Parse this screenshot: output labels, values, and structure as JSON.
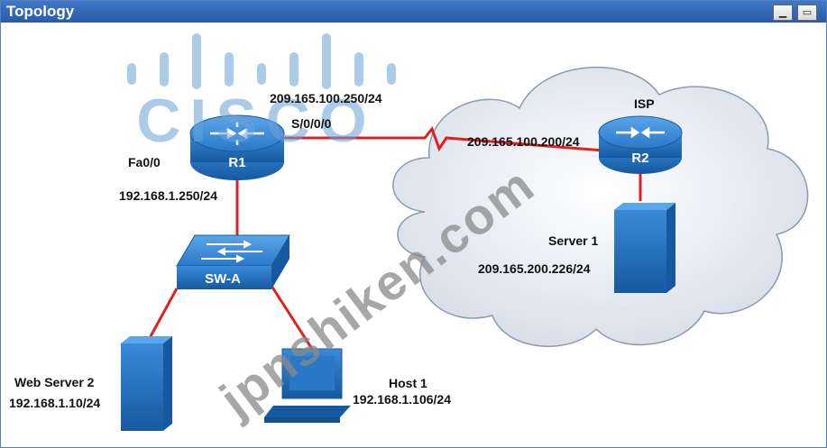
{
  "window": {
    "title": "Topology",
    "minimize_icon": "minimize-icon",
    "close_icon": "close-icon"
  },
  "watermarks": {
    "brand_logo_text": "CISCO",
    "diagonal_text": "jpnshiken.com"
  },
  "colors": {
    "titlebar": "#2e62b2",
    "device_blue": "#1f6fb8",
    "link_red": "#e02020",
    "cloud": "#e8edf4",
    "watermark": "#9a9a9a"
  },
  "devices": {
    "r1": {
      "name": "R1",
      "icon": "router-icon"
    },
    "r2": {
      "name": "R2",
      "icon": "router-icon"
    },
    "sw_a": {
      "name": "SW-A",
      "icon": "switch-icon"
    },
    "server1": {
      "name": "Server 1",
      "ip": "209.165.200.226/24",
      "icon": "server-icon"
    },
    "web_server2": {
      "name": "Web Server 2",
      "ip": "192.168.1.10/24",
      "icon": "server-icon"
    },
    "host1": {
      "name": "Host 1",
      "ip": "192.168.1.106/24",
      "icon": "pc-icon"
    }
  },
  "labels": {
    "isp": "ISP",
    "r1_fa": "Fa0/0",
    "r1_lan_ip": "192.168.1.250/24",
    "r1_serial": "S/0/0/0",
    "r1_wan_ip": "209.165.100.250/24",
    "r2_wan_ip": "209.165.100.200/24"
  }
}
